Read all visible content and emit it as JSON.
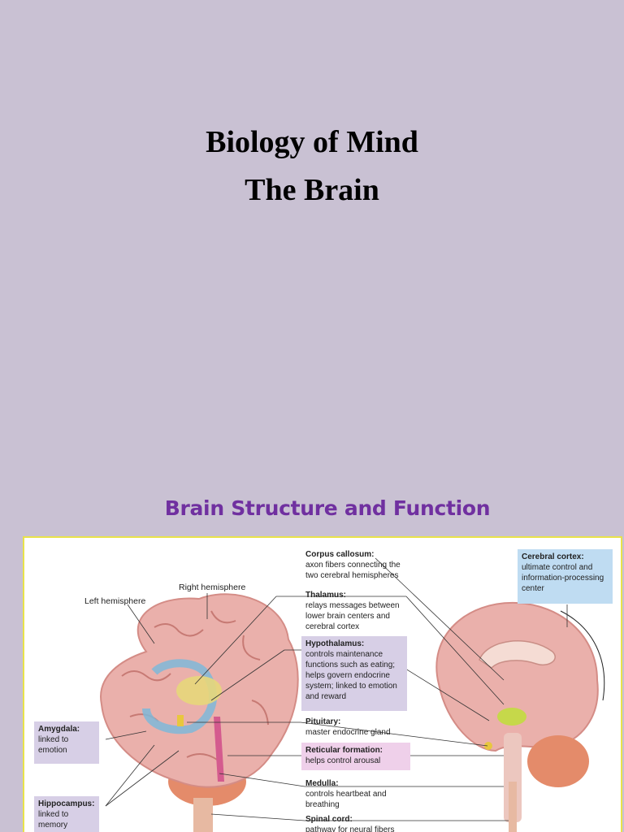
{
  "slide": {
    "title_line1": "Biology of Mind",
    "title_line2": "The Brain",
    "subtitle": "Brain Structure and Function"
  },
  "figure": {
    "left_hemisphere": "Left hemisphere",
    "right_hemisphere": "Right hemisphere",
    "amygdala": {
      "name": "Amygdala:",
      "desc": "linked to emotion"
    },
    "hippocampus": {
      "name": "Hippocampus:",
      "desc": "linked to memory"
    },
    "corpus_callosum": {
      "name": "Corpus callosum:",
      "desc": "axon fibers connecting the two cerebral hemispheres"
    },
    "thalamus": {
      "name": "Thalamus:",
      "desc": "relays messages between lower brain centers and cerebral cortex"
    },
    "hypothalamus": {
      "name": "Hypothalamus:",
      "desc": "controls maintenance functions such as eating; helps govern endocrine system; linked to emotion and reward"
    },
    "pituitary": {
      "name": "Pituitary:",
      "desc": "master endocrine gland"
    },
    "reticular": {
      "name": "Reticular formation:",
      "desc": "helps control arousal"
    },
    "medulla": {
      "name": "Medulla:",
      "desc": "controls heartbeat and breathing"
    },
    "spinal_cord": {
      "name": "Spinal cord:",
      "desc": "pathway for neural fibers"
    },
    "cerebral_cortex": {
      "name": "Cerebral cortex:",
      "desc": "ultimate control and information-processing center"
    }
  }
}
